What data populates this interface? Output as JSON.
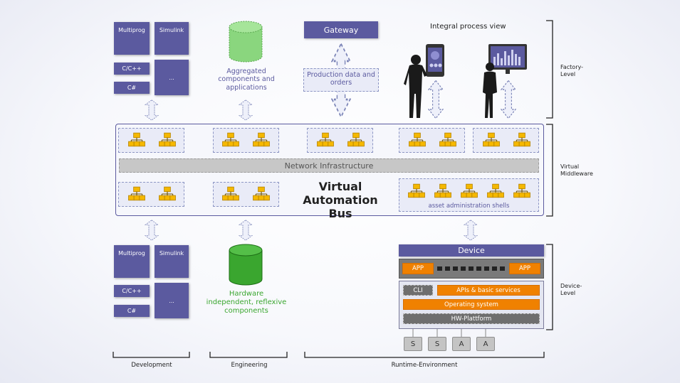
{
  "top_dev": {
    "multiprog": "Multiprog",
    "simulink": "Simulink",
    "c": "C/C++",
    "cs": "C#",
    "dots": "..."
  },
  "bottom_dev": {
    "multiprog": "Multiprog",
    "simulink": "Simulink",
    "c": "C/C++",
    "cs": "C#",
    "dots": "..."
  },
  "engineering_top": {
    "label": "Aggregated components and applications",
    "color": "#8ad67e"
  },
  "engineering_bottom": {
    "label": "Hardware independent, reflexive components",
    "color": "#3aa62f"
  },
  "gateway": {
    "label": "Gateway",
    "prod": "Production data and orders"
  },
  "process_view": "Integral process view",
  "network": "Network Infrastructure",
  "vab": "Virtual Automation Bus",
  "aas": "asset administration shells",
  "device": {
    "title": "Device",
    "app1": "APP",
    "app2": "APP",
    "cli": "CLI",
    "apis": "APIs & basic services",
    "os": "Operating system",
    "hw": "HW-Plattform",
    "sensors": [
      "S",
      "S",
      "A",
      "A"
    ]
  },
  "levels": {
    "factory": "Factory-\nLevel",
    "middleware": "Virtual\nMiddleware",
    "device": "Device-\nLevel"
  },
  "footer": {
    "development": "Development",
    "engineering": "Engineering",
    "runtime": "Runtime-Environment"
  },
  "colors": {
    "purple": "#5b5a9f",
    "orange": "#f08100",
    "icon_yellow": "#f5b800"
  }
}
